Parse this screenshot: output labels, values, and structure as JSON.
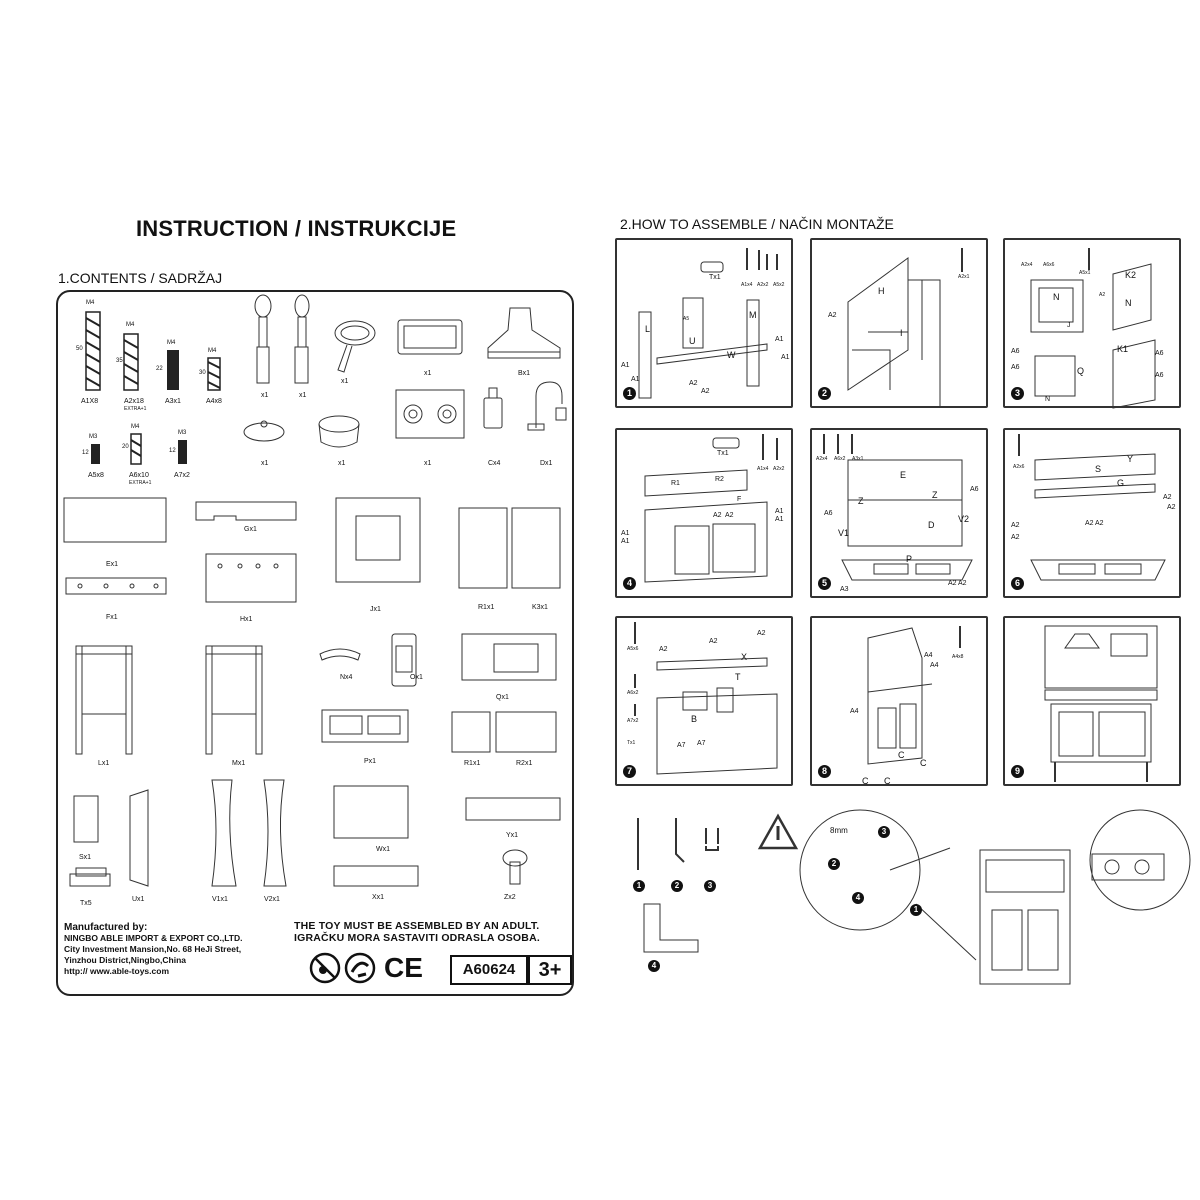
{
  "title": "INSTRUCTION / INSTRUKCIJE",
  "contents_heading": "1.CONTENTS / SADRŽAJ",
  "assemble_heading": "2.HOW TO ASSEMBLE / NAČIN MONTAŽE",
  "parts": [
    {
      "label": "A1X8"
    },
    {
      "label": "A2x18"
    },
    {
      "label": "EXTRA+1"
    },
    {
      "label": "A3x1"
    },
    {
      "label": "A4x8"
    },
    {
      "label": "x1"
    },
    {
      "label": "x1"
    },
    {
      "label": "x1"
    },
    {
      "label": "x1"
    },
    {
      "label": "Bx1"
    },
    {
      "label": "A5x8"
    },
    {
      "label": "A6x10"
    },
    {
      "label": "EXTRA+1"
    },
    {
      "label": "A7x2"
    },
    {
      "label": "x1"
    },
    {
      "label": "x1"
    },
    {
      "label": "x1"
    },
    {
      "label": "Cx4"
    },
    {
      "label": "Dx1"
    },
    {
      "label": "Ex1"
    },
    {
      "label": "Gx1"
    },
    {
      "label": "Jx1"
    },
    {
      "label": "R1x1"
    },
    {
      "label": "K3x1"
    },
    {
      "label": "Fx1"
    },
    {
      "label": "Hx1"
    },
    {
      "label": "Lx1"
    },
    {
      "label": "Mx1"
    },
    {
      "label": "Nx4"
    },
    {
      "label": "Ox1"
    },
    {
      "label": "Qx1"
    },
    {
      "label": "Px1"
    },
    {
      "label": "R1x1"
    },
    {
      "label": "R2x1"
    },
    {
      "label": "Sx1"
    },
    {
      "label": "Ux1"
    },
    {
      "label": "V1x1"
    },
    {
      "label": "V2x1"
    },
    {
      "label": "Wx1"
    },
    {
      "label": "Yx1"
    },
    {
      "label": "Tx5"
    },
    {
      "label": "Xx1"
    },
    {
      "label": "Zx2"
    }
  ],
  "screw_dims": {
    "m4": "M4",
    "m3": "M3",
    "d50": "50",
    "d35": "35",
    "d22": "22",
    "d30": "30",
    "d12": "12",
    "d20": "20"
  },
  "manufacturer": {
    "heading": "Manufactured by:",
    "name": "NINGBO ABLE IMPORT & EXPORT CO.,LTD.",
    "line1": "City Investment Mansion,No. 68 HeJi Street,",
    "line2": "Yinzhou District,Ningbo,China",
    "url": "http:// www.able-toys.com"
  },
  "warning": {
    "en": "THE TOY MUST BE ASSEMBLED BY AN ADULT.",
    "hr": "IGRAČKU MORA SASTAVITI ODRASLA OSOBA."
  },
  "ce_mark": "CE",
  "model": "A60624",
  "age": "3+",
  "steps": [
    {
      "num": "1",
      "labels": [
        "Tx1",
        "A1x4",
        "A2x2",
        "A5x2",
        "L",
        "M",
        "U",
        "W",
        "A1",
        "A1",
        "A2",
        "A2",
        "A5",
        "A1",
        "A1"
      ]
    },
    {
      "num": "2",
      "labels": [
        "A2x1",
        "H",
        "A2",
        "I"
      ]
    },
    {
      "num": "3",
      "labels": [
        "A2x4",
        "A6x6",
        "A5x1",
        "K2",
        "N",
        "N",
        "J",
        "A6",
        "A6",
        "K1",
        "A6",
        "A6",
        "Q",
        "N",
        "A2"
      ]
    },
    {
      "num": "4",
      "labels": [
        "Tx1",
        "A1x4",
        "A2x2",
        "R1",
        "R2",
        "F",
        "A1",
        "A1",
        "A1",
        "A1",
        "A2",
        "A2"
      ]
    },
    {
      "num": "5",
      "labels": [
        "A2x4",
        "A6x2",
        "A3x1",
        "E",
        "Z",
        "Z",
        "A6",
        "A6",
        "V1",
        "V2",
        "D",
        "P",
        "A3",
        "A2",
        "A2"
      ]
    },
    {
      "num": "6",
      "labels": [
        "A2x6",
        "S",
        "Y",
        "G",
        "A2",
        "A2",
        "A2",
        "A2",
        "A2",
        "A2"
      ]
    },
    {
      "num": "7",
      "labels": [
        "A5x6",
        "A6x2",
        "A7x2",
        "Tx1",
        "A2",
        "A2",
        "A2",
        "X",
        "T",
        "B",
        "A7",
        "A7"
      ]
    },
    {
      "num": "8",
      "labels": [
        "A4x8",
        "A4",
        "A4",
        "A4",
        "C",
        "C",
        "C",
        "C"
      ]
    },
    {
      "num": "9",
      "labels": []
    }
  ],
  "wall_mount": {
    "dim": "8mm",
    "n1": "1",
    "n2": "2",
    "n3": "3",
    "n4": "4"
  }
}
